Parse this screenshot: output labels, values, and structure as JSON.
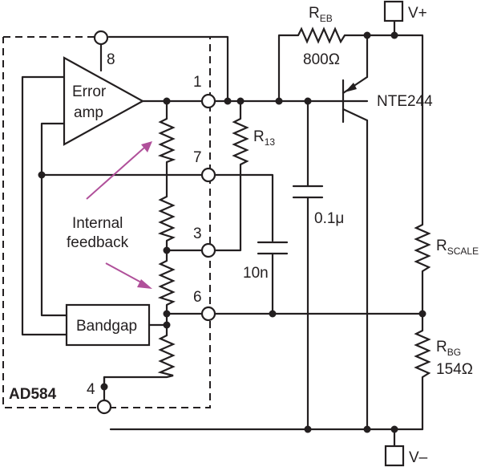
{
  "chip": {
    "name": "AD584"
  },
  "blocks": {
    "error_amp_line1": "Error",
    "error_amp_line2": "amp",
    "bandgap": "Bandgap"
  },
  "pins": {
    "p1": "1",
    "p3": "3",
    "p4": "4",
    "p6": "6",
    "p7": "7",
    "p8": "8"
  },
  "annotation": {
    "line1": "Internal",
    "line2": "feedback",
    "color": "#b0509a"
  },
  "components": {
    "r_eb": {
      "name": "R",
      "sub": "EB",
      "value": "800Ω"
    },
    "transistor": {
      "name": "NTE244"
    },
    "r13": {
      "name": "R",
      "sub": "13"
    },
    "c1": {
      "value": "0.1μ"
    },
    "c2": {
      "value": "10n"
    },
    "r_scale": {
      "name": "R",
      "sub": "SCALE"
    },
    "r_bg": {
      "name": "R",
      "sub": "BG",
      "value": "154Ω"
    }
  },
  "rails": {
    "vplus": "V+",
    "vminus": "V–"
  }
}
